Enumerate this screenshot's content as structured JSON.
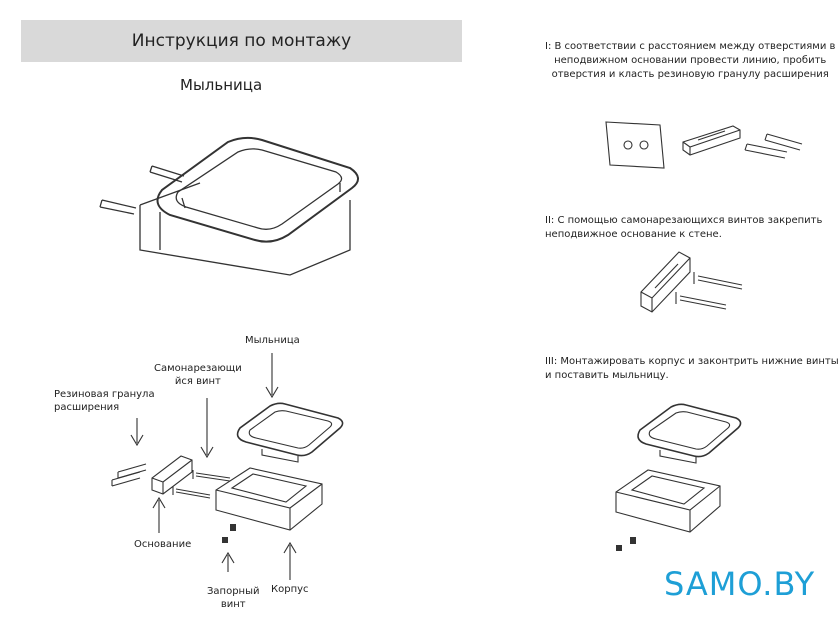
{
  "header": {
    "title": "Инструкция по монтажу",
    "subtitle": "Мыльница"
  },
  "labels": {
    "soap_dish": "Мыльница",
    "screw_line1": "Самонарезающи",
    "screw_line2": "йся винт",
    "plug_line1": "Резиновая гранула",
    "plug_line2": "расширения",
    "base": "Основание",
    "set_screw_line1": "Запорный",
    "set_screw_line2": "винт",
    "body": "Корпус"
  },
  "steps": [
    {
      "lines": [
        "I: В соответствии с расстоянием между отверстиями в",
        "неподвижном основании провести линию, пробить",
        "отверстия и класть резиновую гранулу расширения"
      ]
    },
    {
      "lines": [
        "II: С помощью самонарезающихся винтов закрепить",
        "неподвижное основание к стене."
      ]
    },
    {
      "lines": [
        "III: Монтажировать корпус и законтрить нижние винты",
        "и поставить мыльницу."
      ]
    }
  ],
  "logo": {
    "text": "SAMO.BY",
    "color": "#1e9fd6"
  }
}
